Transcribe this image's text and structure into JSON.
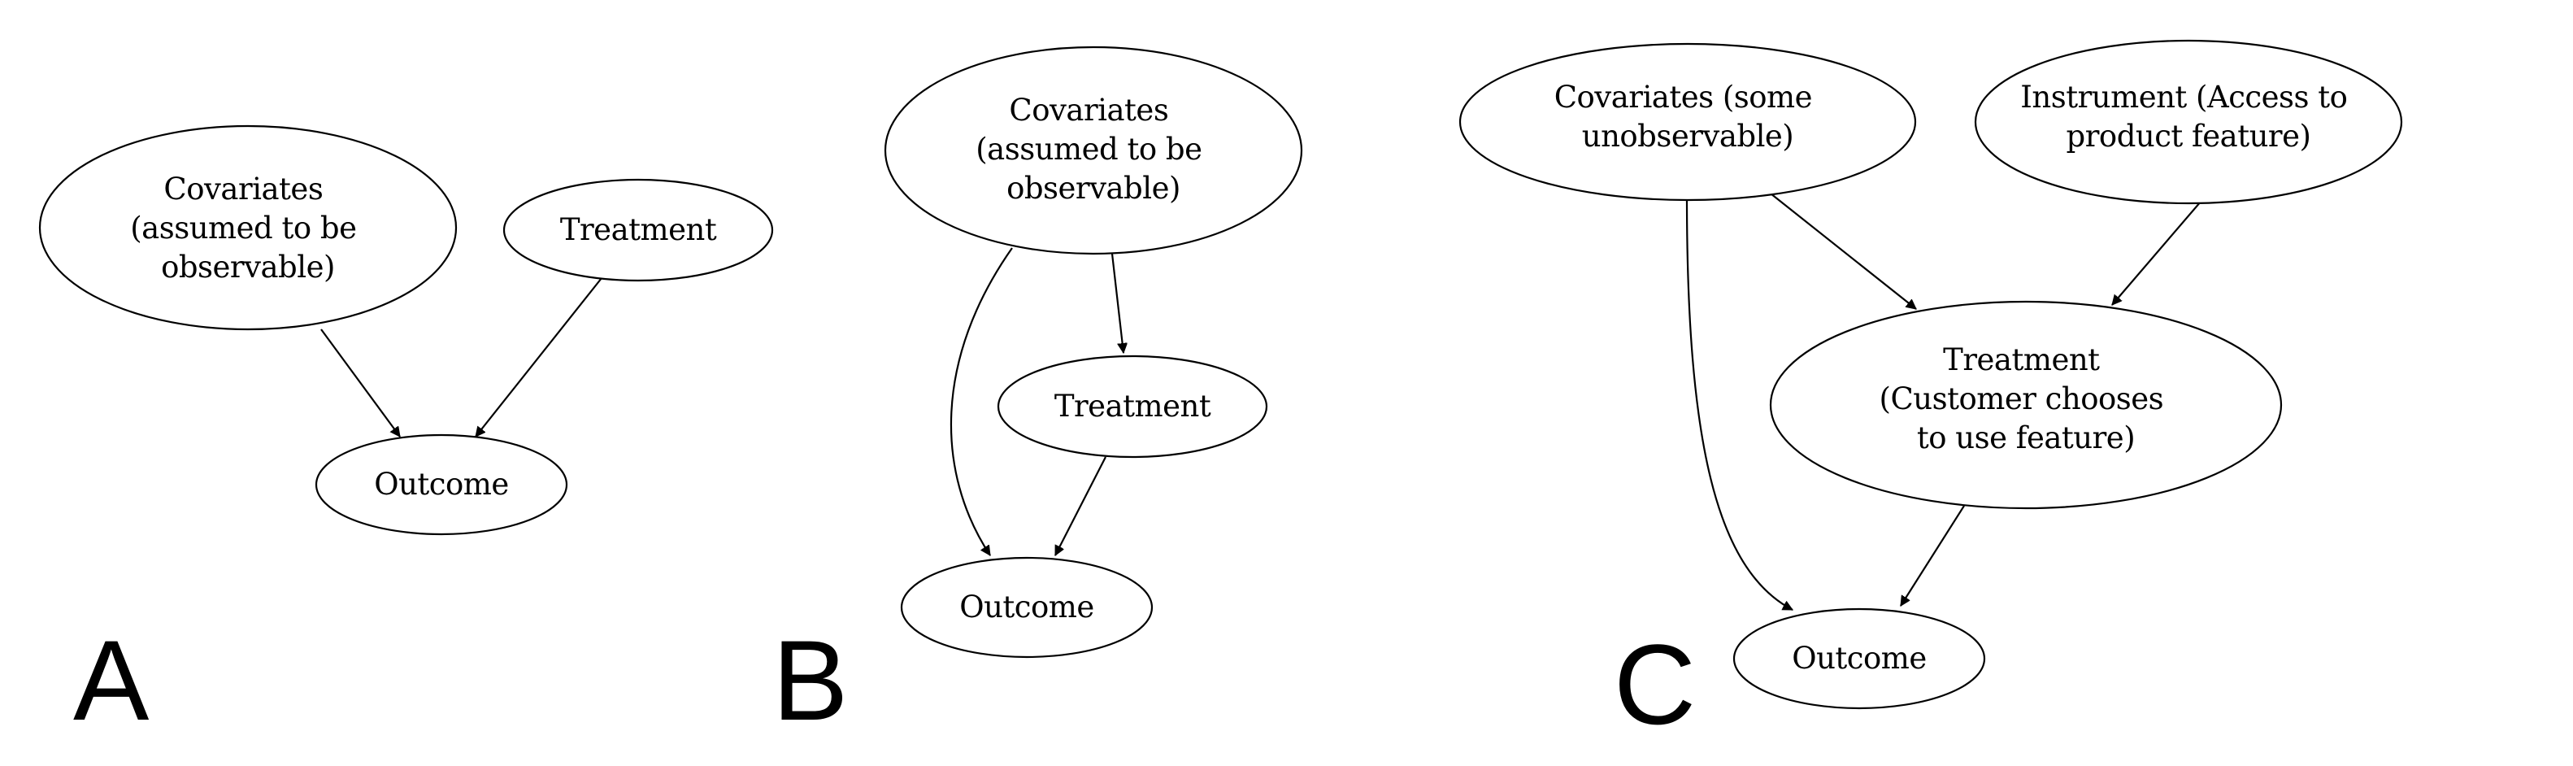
{
  "panels": [
    {
      "letter": "A",
      "nodes": {
        "covariates": [
          "Covariates",
          "(assumed to be",
          "observable)"
        ],
        "treatment": [
          "Treatment"
        ],
        "outcome": [
          "Outcome"
        ]
      },
      "edges": [
        [
          "covariates",
          "outcome"
        ],
        [
          "treatment",
          "outcome"
        ]
      ]
    },
    {
      "letter": "B",
      "nodes": {
        "covariates": [
          "Covariates",
          "(assumed to be",
          "observable)"
        ],
        "treatment": [
          "Treatment"
        ],
        "outcome": [
          "Outcome"
        ]
      },
      "edges": [
        [
          "covariates",
          "treatment"
        ],
        [
          "covariates",
          "outcome"
        ],
        [
          "treatment",
          "outcome"
        ]
      ]
    },
    {
      "letter": "C",
      "nodes": {
        "covariates": [
          "Covariates (some",
          "unobservable)"
        ],
        "instrument": [
          "Instrument (Access to",
          "product feature)"
        ],
        "treatment": [
          "Treatment",
          "(Customer chooses",
          "to use feature)"
        ],
        "outcome": [
          "Outcome"
        ]
      },
      "edges": [
        [
          "covariates",
          "treatment"
        ],
        [
          "instrument",
          "treatment"
        ],
        [
          "covariates",
          "outcome"
        ],
        [
          "treatment",
          "outcome"
        ]
      ]
    }
  ]
}
